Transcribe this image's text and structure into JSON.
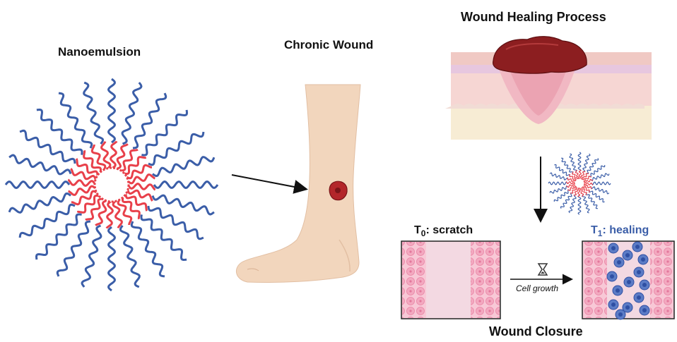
{
  "labels": {
    "nanoemulsion": "Nanoemulsion",
    "chronic_wound": "Chronic Wound",
    "wound_healing_process": "Wound Healing Process",
    "t0_letter": "T",
    "t0_sub": "0",
    "t0_text": ": scratch",
    "t1_letter": "T",
    "t1_sub": "1",
    "t1_text": ": healing",
    "cell_growth": "Cell growth",
    "wound_closure": "Wound Closure"
  },
  "colors": {
    "tail_blue": "#3b5ea8",
    "head_red": "#e8404a",
    "skin": "#f2d6bd",
    "wound_dark": "#7a1418",
    "tissue_pink": "#f7c6d3",
    "cell_blue": "#2f4fa3"
  },
  "icons": [
    "arrow-right-icon",
    "arrow-down-icon",
    "hourglass-icon"
  ]
}
